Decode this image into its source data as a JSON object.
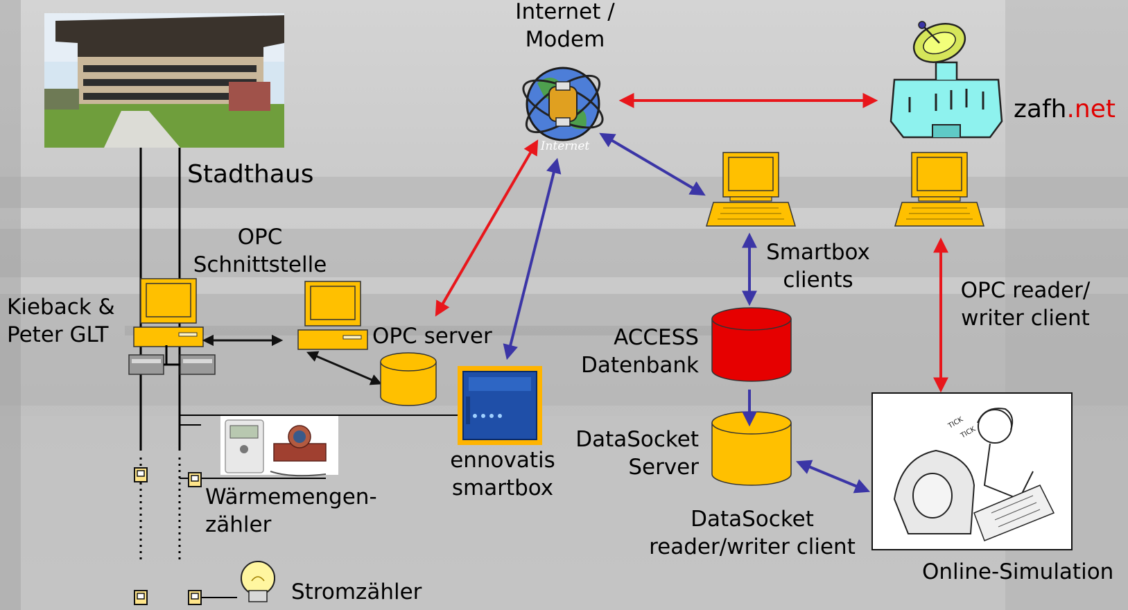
{
  "labels": {
    "stadthaus": "Stadthaus",
    "internet_line1": "Internet /",
    "internet_line2": "Modem",
    "internet_globe_text": "Internet",
    "zafh_prefix": "zafh",
    "zafh_suffix": ".net",
    "opc_schnittstelle_line1": "OPC",
    "opc_schnittstelle_line2": "Schnittstelle",
    "kieback_line1": "Kieback &",
    "kieback_line2": "Peter GLT",
    "opc_server": "OPC server",
    "smartbox_clients_line1": "Smartbox",
    "smartbox_clients_line2": "clients",
    "access_line1": "ACCESS",
    "access_line2": "Datenbank",
    "opc_reader_line1": "OPC reader/",
    "opc_reader_line2": "writer client",
    "datasocket_server_line1": "DataSocket",
    "datasocket_server_line2": "Server",
    "ennovatis_line1": "ennovatis",
    "ennovatis_line2": "smartbox",
    "waerme_line1": "Wärmemengen-",
    "waerme_line2": "zähler",
    "datasocket_client_line1": "DataSocket",
    "datasocket_client_line2": "reader/writer client",
    "online_simulation": "Online-Simulation",
    "stromzaehler": "Stromzähler"
  },
  "colors": {
    "red_arrow": "#e8161b",
    "blue_arrow": "#3b35a6",
    "yellow": "#ffc000",
    "db_red": "#e60000",
    "computer": "#ffc000",
    "building_teal": "#8ef2ee"
  }
}
